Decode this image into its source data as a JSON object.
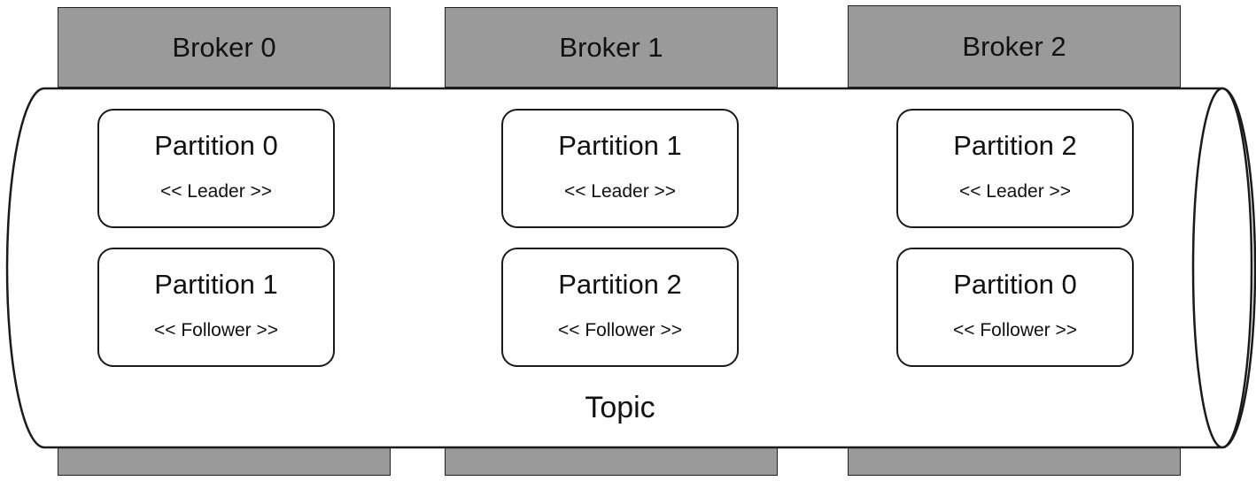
{
  "diagram": {
    "topic_label": "Topic",
    "brokers": [
      {
        "label": "Broker 0",
        "partitions": [
          {
            "name": "Partition 0",
            "role": "<< Leader >>"
          },
          {
            "name": "Partition 1",
            "role": "<< Follower >>"
          }
        ]
      },
      {
        "label": "Broker 1",
        "partitions": [
          {
            "name": "Partition 1",
            "role": "<< Leader >>"
          },
          {
            "name": "Partition 2",
            "role": "<< Follower >>"
          }
        ]
      },
      {
        "label": "Broker 2",
        "partitions": [
          {
            "name": "Partition 2",
            "role": "<< Leader >>"
          },
          {
            "name": "Partition 0",
            "role": "<< Follower >>"
          }
        ]
      }
    ],
    "colors": {
      "broker_fill": "#9a9a9a",
      "outline": "#1a1a1a",
      "background": "#ffffff"
    }
  }
}
